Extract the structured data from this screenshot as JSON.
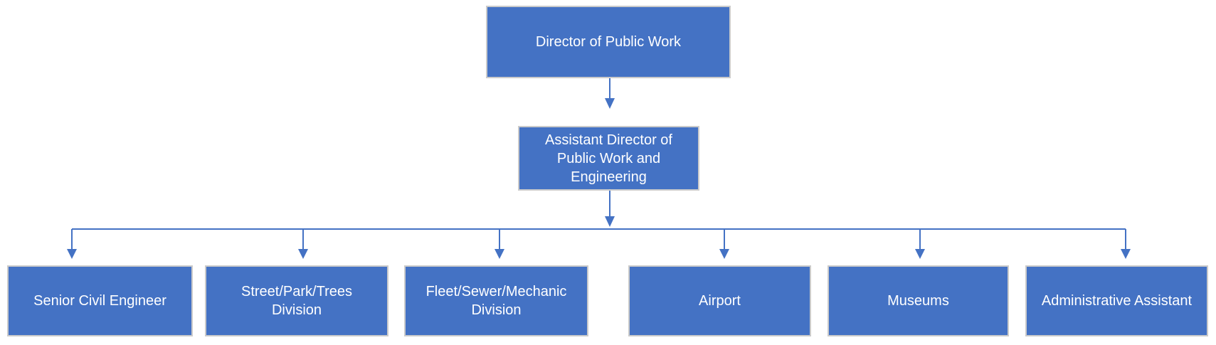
{
  "org_chart": {
    "nodes": {
      "director": {
        "label": "Director of Public Work"
      },
      "assistant_director": {
        "label": "Assistant Director of Public Work and Engineering"
      },
      "subordinates": [
        {
          "label": "Senior Civil Engineer"
        },
        {
          "label": "Street/Park/Trees Division"
        },
        {
          "label": "Fleet/Sewer/Mechanic Division"
        },
        {
          "label": "Airport"
        },
        {
          "label": "Museums"
        },
        {
          "label": "Administrative Assistant"
        }
      ]
    },
    "colors": {
      "node_fill": "#4472C4",
      "node_text": "#FFFFFF",
      "node_border": "#CBCBCB",
      "connector": "#4472C4"
    }
  }
}
